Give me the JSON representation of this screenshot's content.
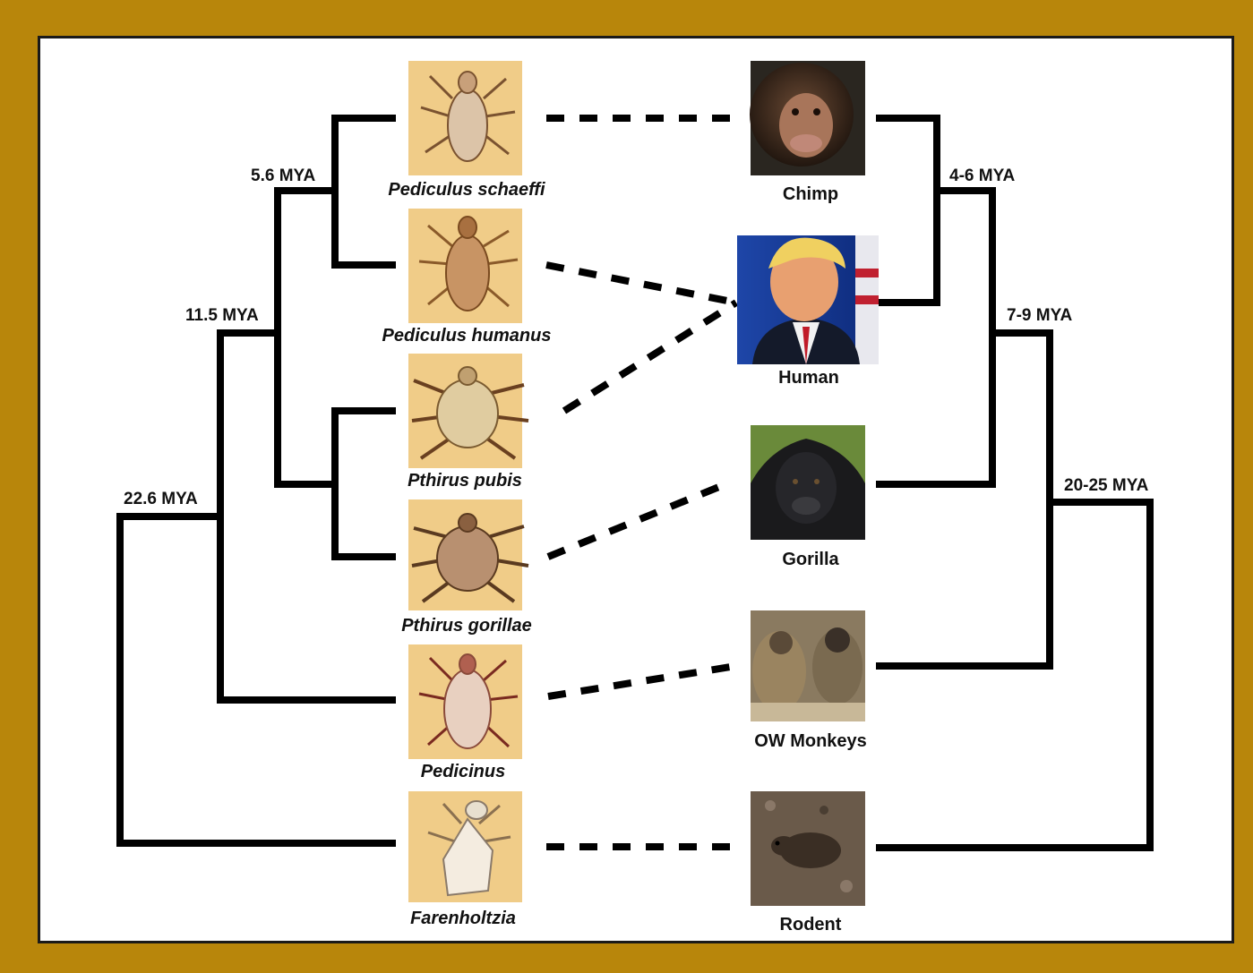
{
  "lice": [
    {
      "id": "schaeffi",
      "name": "Pediculus schaeffi"
    },
    {
      "id": "humanus",
      "name": "Pediculus humanus"
    },
    {
      "id": "pubis",
      "name": "Pthirus pubis"
    },
    {
      "id": "gorillae",
      "name": "Pthirus gorillae"
    },
    {
      "id": "pedicinus",
      "name": "Pedicinus"
    },
    {
      "id": "farenholtzia",
      "name": "Farenholtzia"
    }
  ],
  "hosts": [
    {
      "id": "chimp",
      "name": "Chimp"
    },
    {
      "id": "human",
      "name": "Human"
    },
    {
      "id": "gorilla",
      "name": "Gorilla"
    },
    {
      "id": "owmonkeys",
      "name": "OW Monkeys"
    },
    {
      "id": "rodent",
      "name": "Rodent"
    }
  ],
  "lice_tree": {
    "node_schaeffi_humanus": "5.6 MYA",
    "node_pediculus_pthirus": "11.5 MYA",
    "node_root": "22.6 MYA"
  },
  "host_tree": {
    "node_chimp_human": "4-6 MYA",
    "node_apes": "7-9 MYA",
    "node_root": "20-25 MYA"
  },
  "associations": [
    {
      "louse": "Pediculus schaeffi",
      "host": "Chimp"
    },
    {
      "louse": "Pediculus humanus",
      "host": "Human"
    },
    {
      "louse": "Pthirus pubis",
      "host": "Human"
    },
    {
      "louse": "Pthirus gorillae",
      "host": "Gorilla"
    },
    {
      "louse": "Pedicinus",
      "host": "OW Monkeys"
    },
    {
      "louse": "Farenholtzia",
      "host": "Rodent"
    }
  ],
  "colors": {
    "frame": "#b8860b",
    "panel": "#ffffff",
    "louse_tile": "#f0cc88",
    "line": "#000000"
  }
}
